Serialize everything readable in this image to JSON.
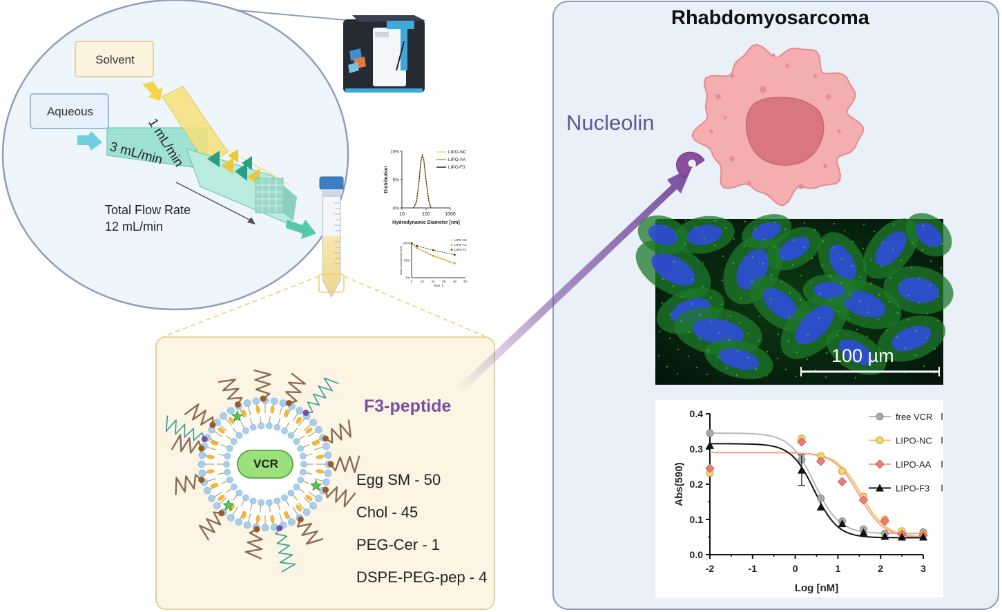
{
  "flow": {
    "solvent_label": "Solvent",
    "aqueous_label": "Aqueous",
    "solvent_rate": "1 mL/min",
    "aqueous_rate": "3 mL/min",
    "total_flow_line1": "Total Flow Rate",
    "total_flow_line2": "12 mL/min"
  },
  "liposome": {
    "core_label": "VCR",
    "peptide_label": "F3-peptide",
    "composition": [
      "Egg SM - 50",
      "Chol - 45",
      "PEG-Cer - 1",
      "DSPE-PEG-pep - 4"
    ]
  },
  "target": {
    "title": "Rhabdomyosarcoma",
    "receptor_label": "Nucleolin",
    "scale_bar": "100 µm"
  },
  "colors": {
    "panel_bg": "#e9f0f8",
    "panel_border": "#8e9cbd",
    "cell_fill": "#f4aeb0",
    "nucleus_fill": "#d9777e",
    "peptide_purple": "#7a4f9f",
    "solvent_yellow": "#f7e27a",
    "aqueous_teal": "#7fd6c7",
    "vcr_green": "#9be07a"
  },
  "chart_data": [
    {
      "type": "line",
      "xlabel": "Hydrodynamic Diameter [nm]",
      "ylabel": "Distribution",
      "xscale": "log",
      "xlim": [
        10,
        1000
      ],
      "ylim": [
        0,
        10
      ],
      "yticks": [
        "0%",
        "5%",
        "10%"
      ],
      "xticks": [
        "10",
        "100",
        "1000"
      ],
      "legend": "top-right",
      "series": [
        {
          "name": "LIPO-NC",
          "color": "#f5d27a",
          "x": [
            30,
            40,
            50,
            60,
            70,
            80,
            100,
            130,
            160
          ],
          "y": [
            0,
            1.2,
            4.5,
            8.2,
            9.5,
            8.4,
            4.6,
            1.1,
            0
          ]
        },
        {
          "name": "LIPO-AA",
          "color": "#c9963a",
          "x": [
            30,
            40,
            50,
            60,
            70,
            80,
            100,
            130,
            160
          ],
          "y": [
            0,
            1.1,
            4.3,
            8.0,
            9.4,
            8.5,
            4.8,
            1.2,
            0
          ]
        },
        {
          "name": "LIPO-F3",
          "color": "#222222",
          "x": [
            30,
            40,
            50,
            60,
            70,
            80,
            100,
            130,
            160
          ],
          "y": [
            0,
            1.0,
            4.2,
            7.9,
            9.3,
            8.6,
            4.9,
            1.3,
            0
          ]
        }
      ]
    },
    {
      "type": "line",
      "xlabel": "Time, h",
      "ylabel": "Initial normalized [%CF]",
      "xlim": [
        0,
        60
      ],
      "ylim": [
        0,
        100
      ],
      "xticks": [
        "0",
        "12",
        "24",
        "36",
        "48",
        "60"
      ],
      "yticks": [
        "0%",
        "50%",
        "100%"
      ],
      "legend": "top-right",
      "series": [
        {
          "name": "LIPO-NC",
          "color": "#f5d27a",
          "x": [
            0,
            6,
            24,
            48
          ],
          "y": [
            100,
            85,
            62,
            40
          ]
        },
        {
          "name": "LIPO-AA",
          "color": "#c9963a",
          "x": [
            0,
            6,
            24,
            48
          ],
          "y": [
            100,
            86,
            64,
            42
          ]
        },
        {
          "name": "LIPO-F3",
          "color": "#222222",
          "x": [
            0,
            6,
            24,
            48
          ],
          "y": [
            100,
            92,
            80,
            66
          ]
        }
      ]
    },
    {
      "type": "scatter",
      "xlabel": "Log [nM]",
      "ylabel": "Abs(590)",
      "xlim": [
        -2,
        3
      ],
      "ylim": [
        0,
        0.4
      ],
      "xticks": [
        "-2",
        "-1",
        "0",
        "1",
        "2",
        "3"
      ],
      "yticks": [
        "0.0",
        "0.1",
        "0.2",
        "0.3",
        "0.4"
      ],
      "legend": "top-right",
      "series": [
        {
          "name": "free VCR",
          "color": "#a9a9a9",
          "marker": "circle",
          "x": [
            -2,
            0.15,
            0.6,
            1.1,
            1.6,
            2.1,
            2.5,
            3.0
          ],
          "y": [
            0.345,
            0.27,
            0.16,
            0.095,
            0.072,
            0.06,
            0.062,
            0.064
          ],
          "fit": {
            "top": 0.345,
            "bottom": 0.06,
            "ic50": 0.45,
            "hill": 1.5
          }
        },
        {
          "name": "LIPO-NC",
          "color": "#f7d56f",
          "marker": "circle",
          "x": [
            -2,
            0.15,
            0.6,
            1.1,
            1.6,
            2.1,
            2.5,
            3.0
          ],
          "y": [
            0.232,
            0.33,
            0.28,
            0.237,
            0.165,
            0.1,
            0.067,
            0.06
          ],
          "fit": {
            "top": 0.29,
            "bottom": 0.05,
            "ic50": 1.55,
            "hill": 1.5
          }
        },
        {
          "name": "LIPO-AA",
          "color": "#ef7b7b",
          "marker": "diamond",
          "x": [
            -2,
            0.15,
            0.6,
            1.1,
            1.6,
            2.1,
            2.5,
            3.0
          ],
          "y": [
            0.245,
            0.32,
            0.265,
            0.207,
            0.155,
            0.095,
            0.058,
            0.055
          ],
          "fit": {
            "top": 0.29,
            "bottom": 0.048,
            "ic50": 1.5,
            "hill": 1.5
          }
        },
        {
          "name": "LIPO-F3",
          "color": "#111111",
          "marker": "triangle",
          "x": [
            -2,
            0.15,
            0.6,
            1.1,
            1.6,
            2.1,
            2.5,
            3.0
          ],
          "y": [
            0.31,
            0.24,
            0.135,
            0.088,
            0.063,
            0.052,
            0.05,
            0.05
          ],
          "fit": {
            "top": 0.315,
            "bottom": 0.048,
            "ic50": 0.45,
            "hill": 1.6
          }
        }
      ]
    }
  ]
}
